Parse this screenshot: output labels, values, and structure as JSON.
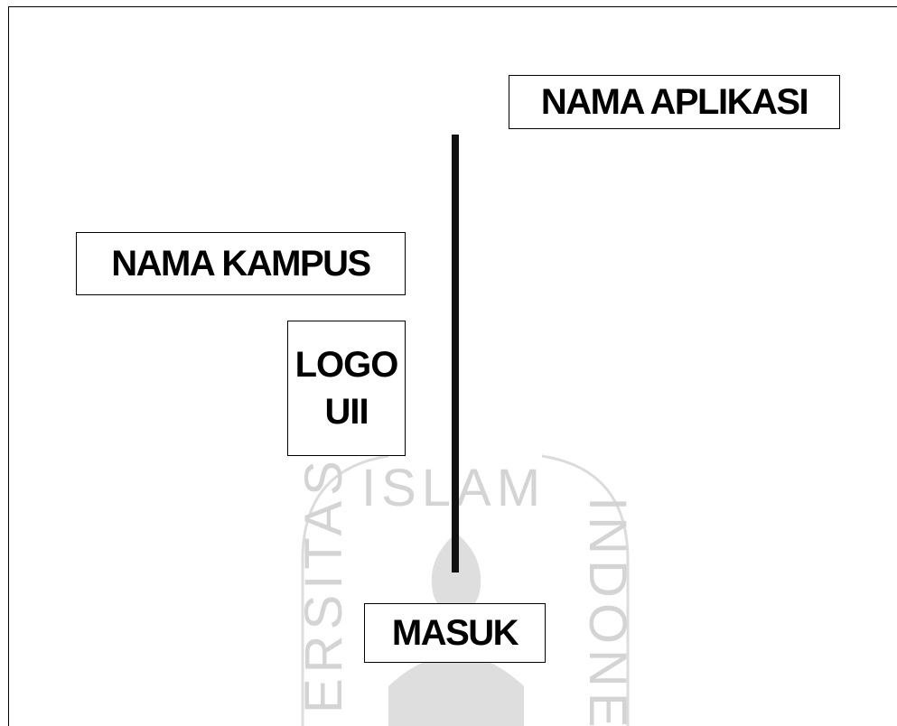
{
  "app_name": "NAMA APLIKASI",
  "campus_name": "NAMA KAMPUS",
  "logo": {
    "line1": "LOGO",
    "line2": "UII"
  },
  "login_button": "MASUK",
  "watermark": {
    "top": "ISLAM",
    "left": "ERSITAS",
    "right": "INDONE"
  },
  "colors": {
    "border": "#000000",
    "divider": "#111111",
    "watermark": "#d8d8d8",
    "background": "#ffffff"
  }
}
